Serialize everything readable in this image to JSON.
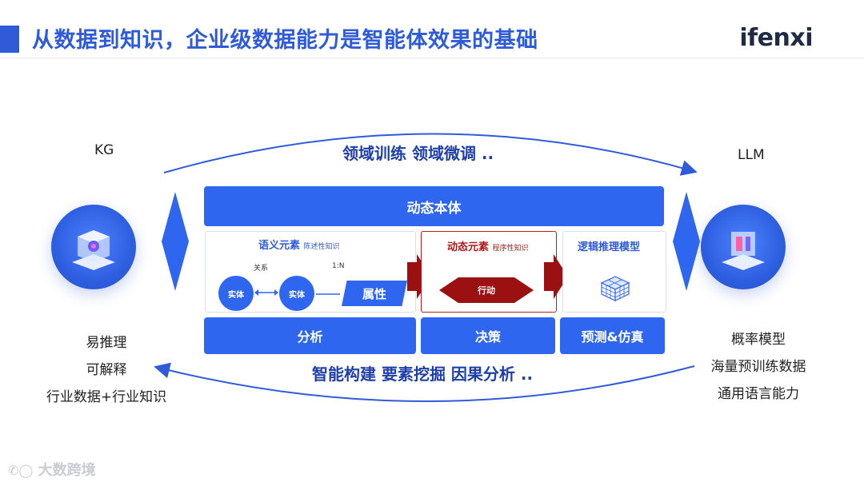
{
  "header": {
    "title": "从数据到知识，企业级数据能力是智能体效果的基础",
    "logo": "ifenxi"
  },
  "left": {
    "label": "KG",
    "features": [
      "易推理",
      "可解释",
      "行业数据+行业知识"
    ]
  },
  "right": {
    "label": "LLM",
    "features": [
      "概率模型",
      "海量预训练数据",
      "通用语言能力"
    ]
  },
  "top_caption": "领域训练  领域微调 ..",
  "bottom_caption": "智能构建  要素挖掘  因果分析 ..",
  "center": {
    "top_bar": "动态本体",
    "semantic": {
      "title": "语义元素",
      "subtitle": "陈述性知识",
      "relation_label": "关系",
      "cardinality": "1:N",
      "entity1": "实体",
      "entity2": "实体",
      "property": "属性"
    },
    "dynamic": {
      "title": "动态元素",
      "subtitle": "程序性知识",
      "action": "行动"
    },
    "logic": {
      "title": "逻辑推理模型"
    },
    "bottom": {
      "analysis": "分析",
      "decision": "决策",
      "prediction": "预测&仿真"
    }
  },
  "colors": {
    "primary": "#2f66f0",
    "title_blue": "#2f5bd8",
    "dark_red": "#b11a1a"
  },
  "watermark": "大数跨境"
}
